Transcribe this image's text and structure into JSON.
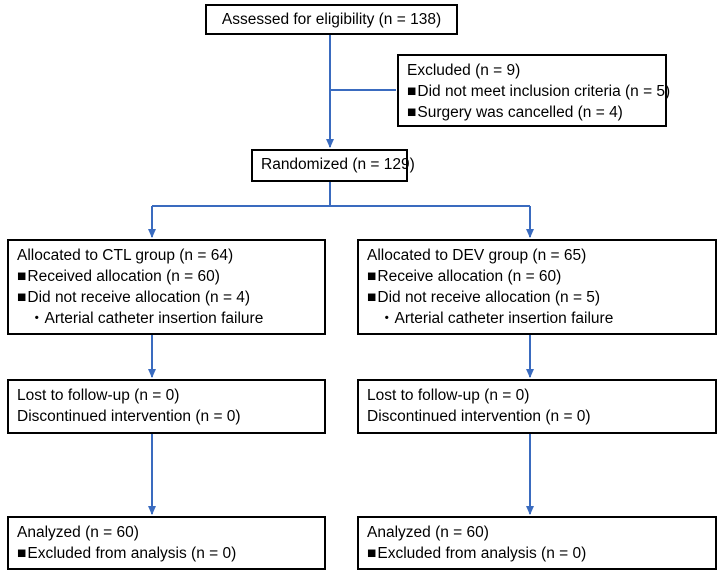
{
  "boxes": {
    "assessed": {
      "title": "Assessed for eligibility (n = 138)"
    },
    "excluded": {
      "title": "Excluded (n = 9)",
      "items": [
        "Did not meet inclusion criteria (n = 5)",
        "Surgery was cancelled (n = 4)"
      ]
    },
    "randomized": {
      "title": "Randomized (n = 129)"
    },
    "ctl_alloc": {
      "title": "Allocated to CTL group (n = 64)",
      "items": [
        "Received allocation (n = 60)",
        "Did not receive allocation (n = 4)"
      ],
      "sub": "・Arterial catheter insertion failure"
    },
    "dev_alloc": {
      "title": "Allocated to DEV group  (n = 65)",
      "items": [
        "Receive allocation (n = 60)",
        "Did not receive allocation (n = 5)"
      ],
      "sub": "・Arterial catheter insertion failure"
    },
    "ctl_follow": {
      "lines": [
        "Lost to follow-up (n = 0)",
        "Discontinued intervention  (n = 0)"
      ]
    },
    "dev_follow": {
      "lines": [
        "Lost to follow-up (n = 0)",
        "Discontinued intervention  (n = 0)"
      ]
    },
    "ctl_analyzed": {
      "title": "Analyzed (n = 60)",
      "items": [
        "Excluded from analysis (n = 0)"
      ]
    },
    "dev_analyzed": {
      "title": "Analyzed (n = 60)",
      "items": [
        "Excluded from analysis (n = 0)"
      ]
    }
  },
  "colors": {
    "arrow": "#3a6bbf",
    "border": "#000000"
  }
}
